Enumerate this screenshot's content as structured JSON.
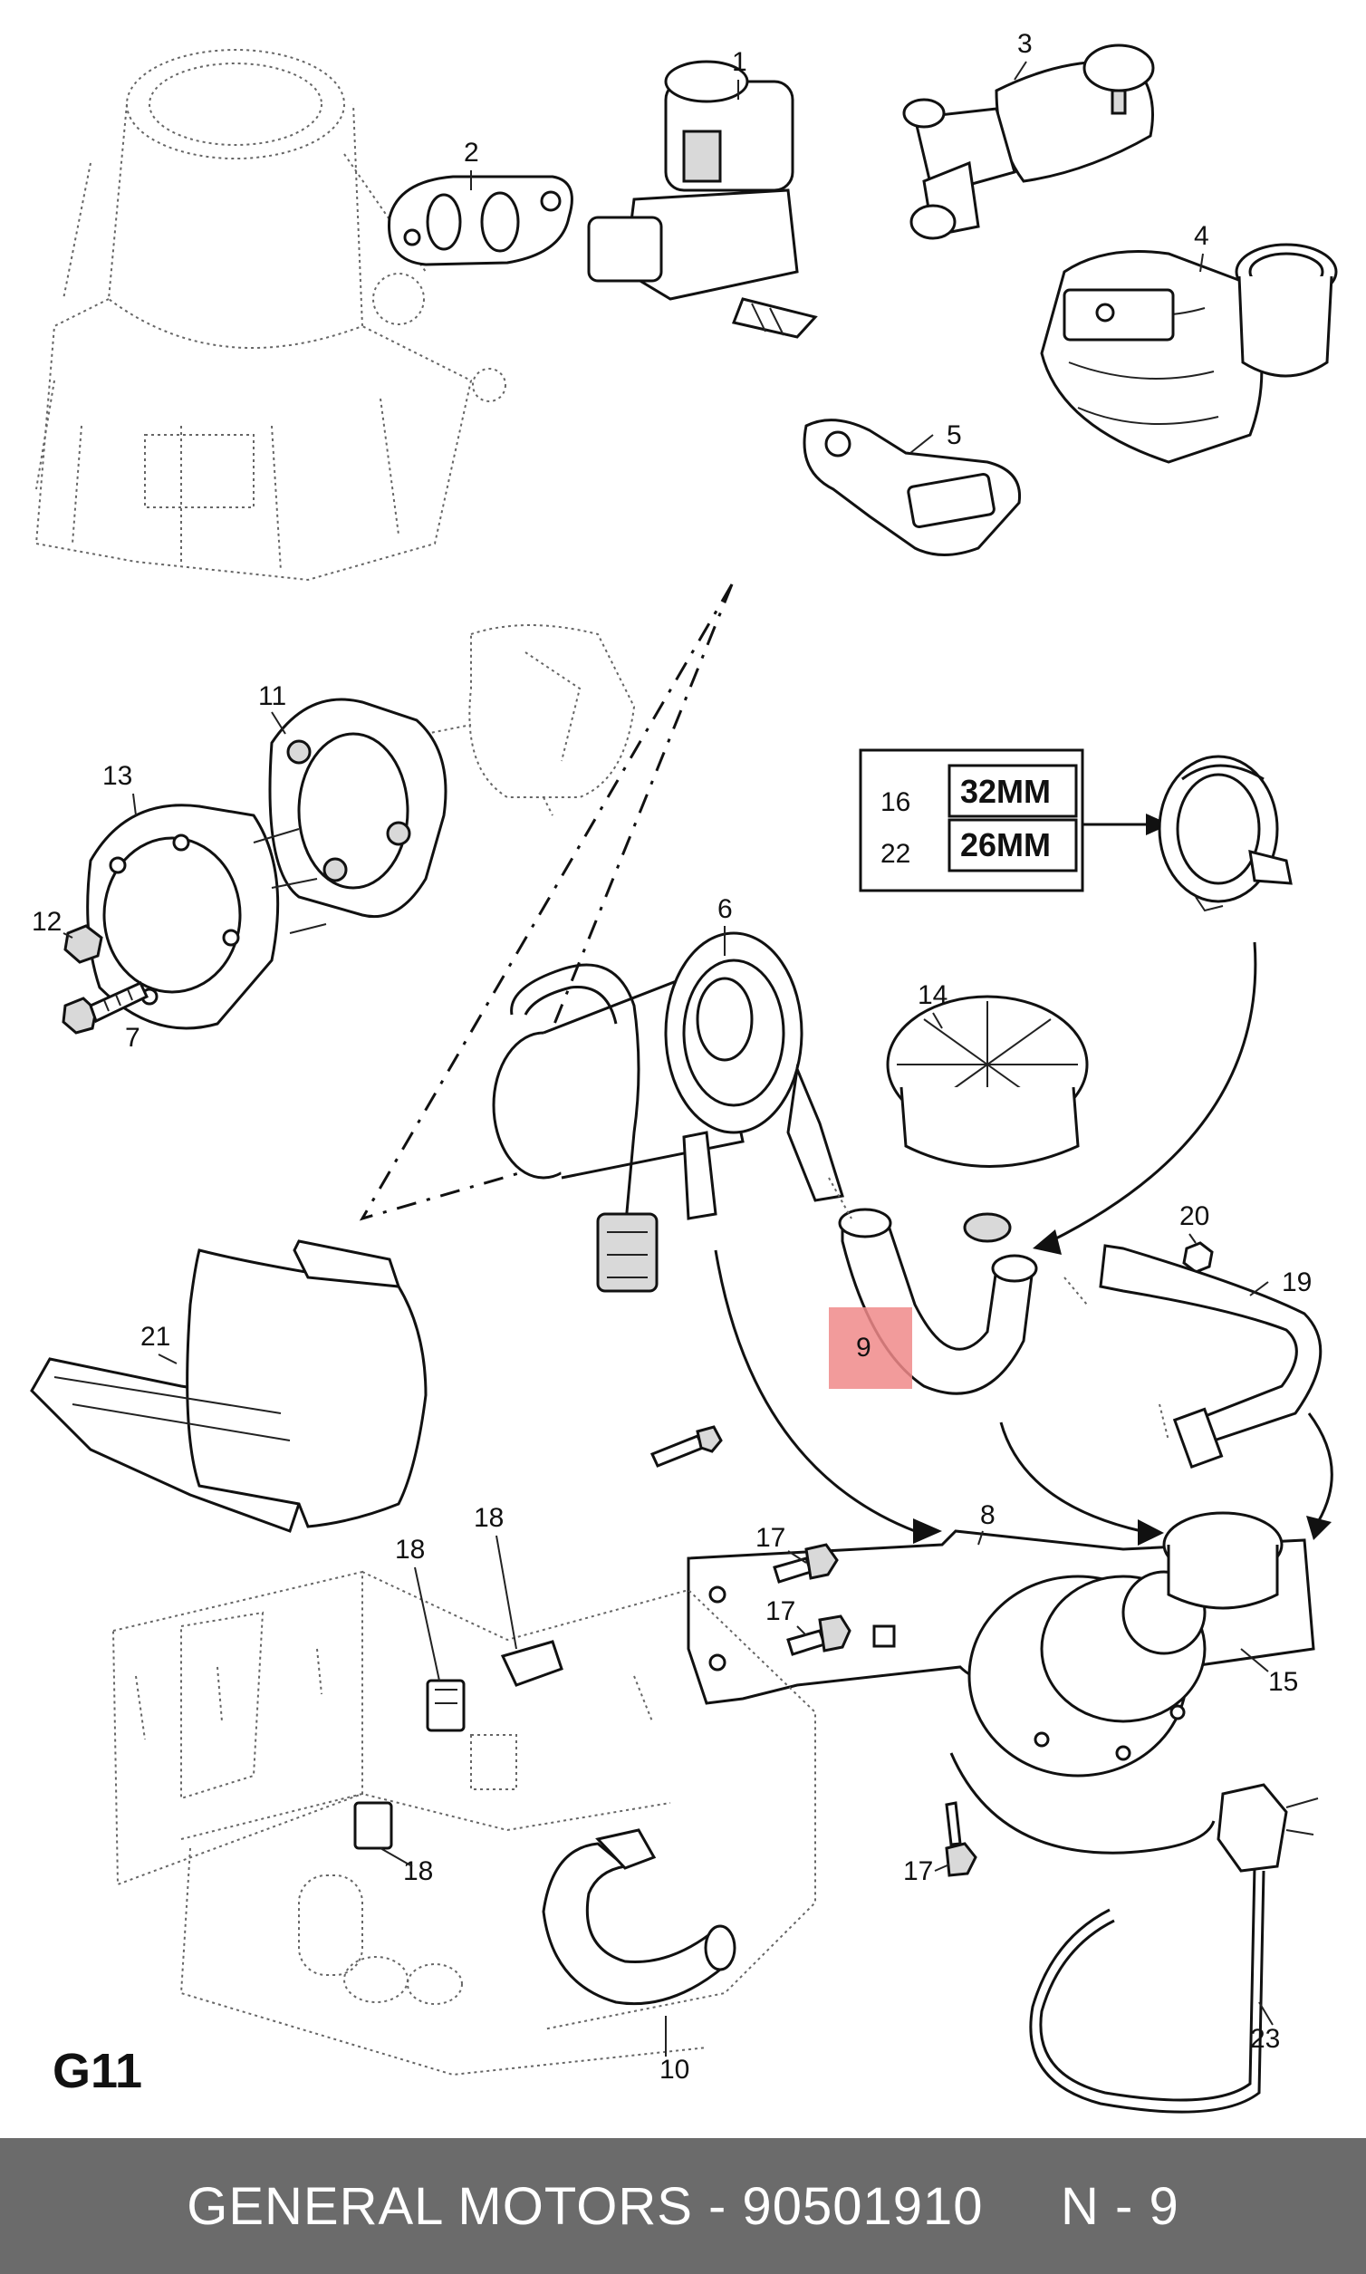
{
  "diagram": {
    "page_code": "G11",
    "highlighted_label": "9",
    "highlight_color": "#f08a8a",
    "callouts": {
      "c1": "1",
      "c2": "2",
      "c3": "3",
      "c4": "4",
      "c5": "5",
      "c6": "6",
      "c7": "7",
      "c8": "8",
      "c9": "9",
      "c10": "10",
      "c11": "11",
      "c12": "12",
      "c13": "13",
      "c14": "14",
      "c15": "15",
      "c16": "16",
      "c17a": "17",
      "c17b": "17",
      "c17c": "17",
      "c18a": "18",
      "c18b": "18",
      "c18c": "18",
      "c19": "19",
      "c20": "20",
      "c21": "21",
      "c22": "22",
      "c23": "23"
    },
    "size_box": {
      "row1": {
        "ref": "16",
        "size": "32MM"
      },
      "row2": {
        "ref": "22",
        "size": "26MM"
      }
    }
  },
  "footer": {
    "text": "GENERAL MOTORS - 90501910     N - 9",
    "background": "#6b6b6b"
  }
}
